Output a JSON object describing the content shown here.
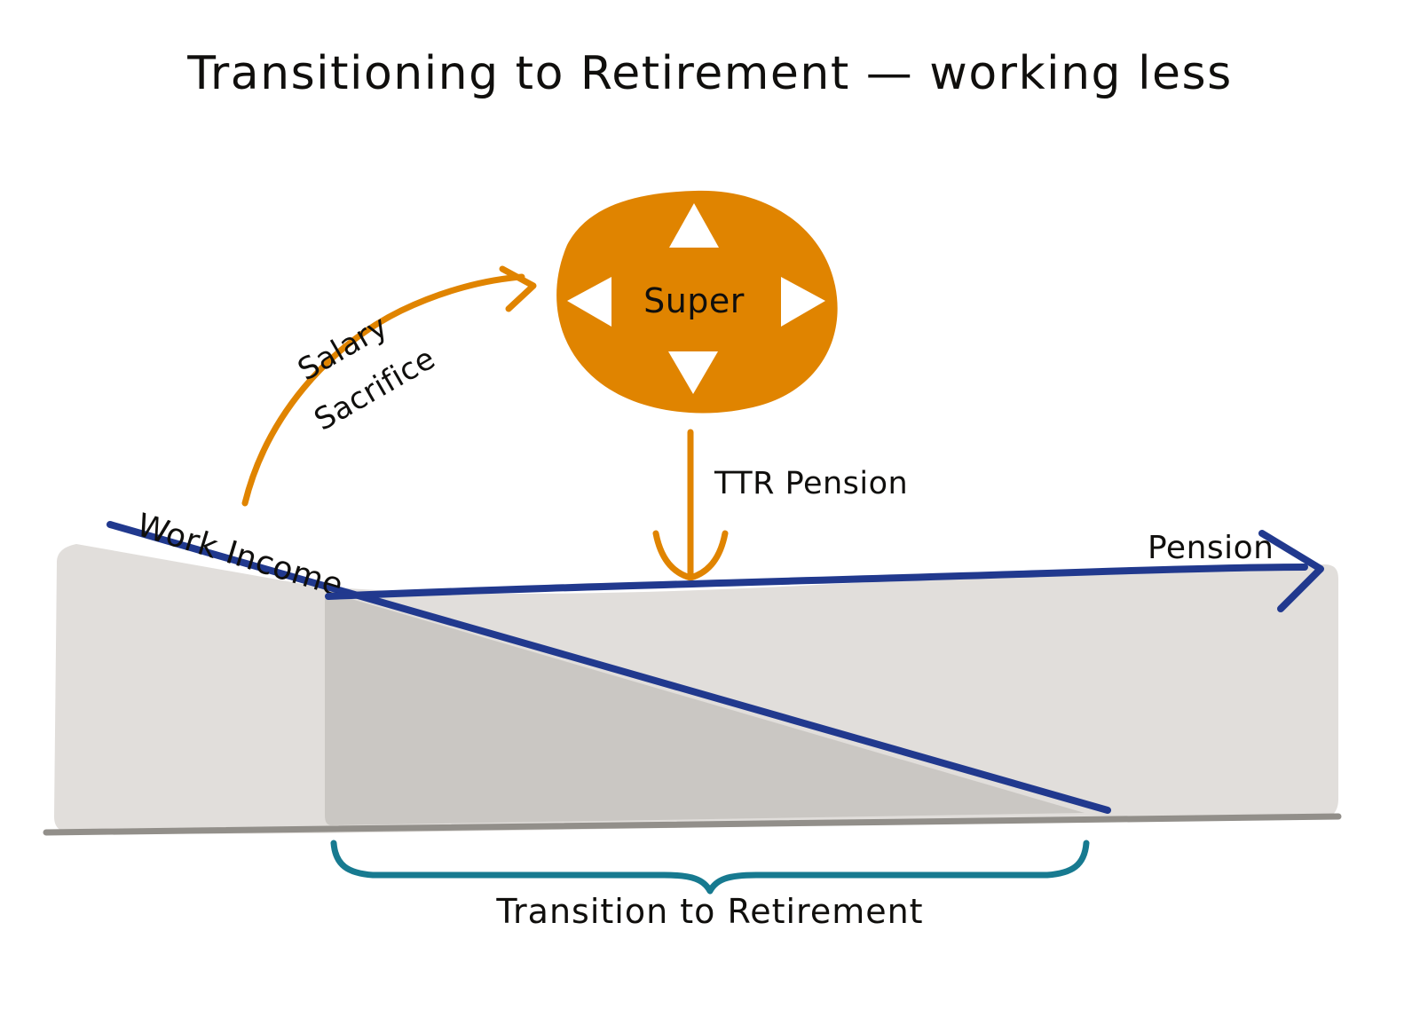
{
  "title": "Transitioning to Retirement — working less",
  "colors": {
    "orange": "#E08400",
    "navy": "#21398E",
    "teal": "#177A90",
    "gray_light": "#E1DEDB",
    "gray_dark": "#C5C2BD",
    "baseline_gray": "#928F8A",
    "text": "#100F0D",
    "white": "#FFFFFF",
    "background": "#FFFFFF"
  },
  "super_node": {
    "label": "Super",
    "shape": "organic-ellipse",
    "fill": "#E08400",
    "arrow_count": 4,
    "arrow_directions": [
      "up",
      "left",
      "right",
      "down"
    ]
  },
  "flows": [
    {
      "id": "salary-sacrifice",
      "label_line1": "Salary",
      "label_line2": "Sacrifice",
      "label": "Salary Sacrifice",
      "color": "#E08400",
      "direction": "work-income-to-super",
      "style": "curved-arrow"
    },
    {
      "id": "ttr-pension",
      "label": "TTR Pension",
      "color": "#E08400",
      "direction": "super-to-income",
      "style": "straight-down-arrow"
    }
  ],
  "lines": [
    {
      "id": "work-income",
      "label": "Work Income",
      "color": "#21398E",
      "description": "declining line from upper-left to baseline at right"
    },
    {
      "id": "pension",
      "label": "Pension",
      "color": "#21398E",
      "description": "near-flat line rising slightly to the right ending in arrowhead"
    }
  ],
  "brace": {
    "label": "Transition to Retirement",
    "color": "#177A90",
    "orientation": "bottom",
    "span_start_x": 375,
    "span_end_x": 1225
  },
  "areas": [
    {
      "id": "income-area-light",
      "fill": "#E1DEDB",
      "description": "full-width light gray income band"
    },
    {
      "id": "ttr-area-dark",
      "fill": "#C5C2BD",
      "description": "darker overlapping wedge during transition period"
    }
  ],
  "chart_data": {
    "type": "area",
    "title": "Transitioning to Retirement — working less",
    "xlabel": "",
    "ylabel": "",
    "annotations": [
      "Work Income",
      "Pension",
      "Salary Sacrifice",
      "TTR Pension",
      "Super",
      "Transition to Retirement"
    ],
    "series": [
      {
        "name": "Work Income",
        "color": "#21398E",
        "x": [
          0,
          20,
          100
        ],
        "values": [
          100,
          72,
          0
        ]
      },
      {
        "name": "Pension",
        "color": "#21398E",
        "x": [
          20,
          100
        ],
        "values": [
          72,
          78
        ]
      }
    ],
    "grid": false,
    "legend": "inline-annotations"
  }
}
